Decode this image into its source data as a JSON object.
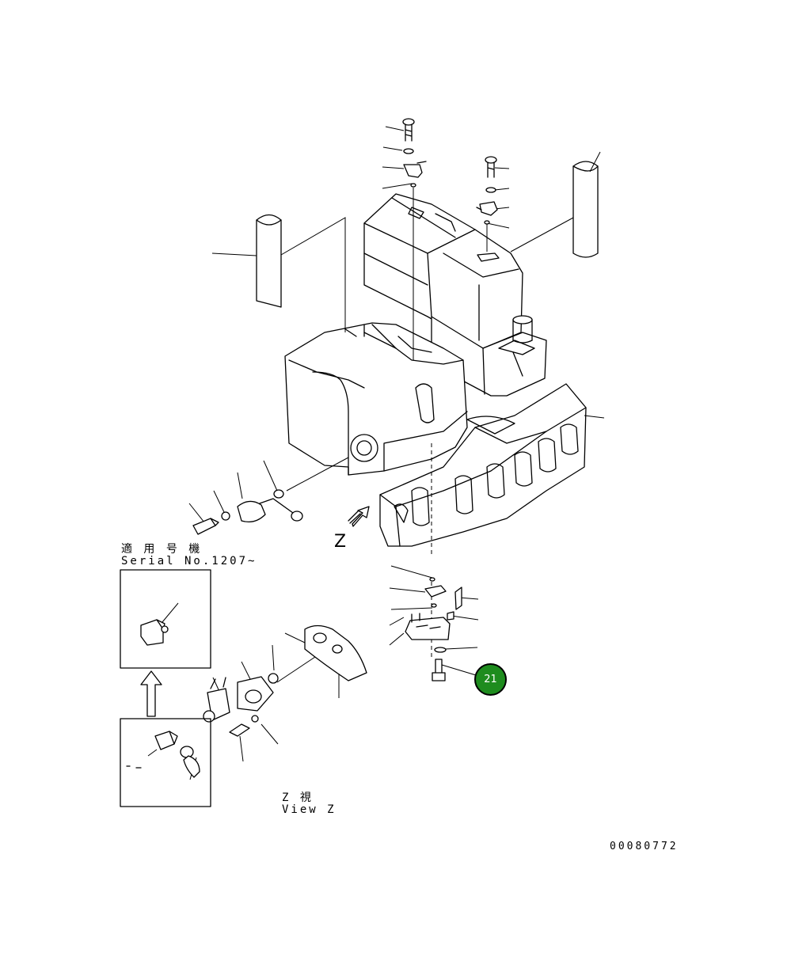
{
  "labels": {
    "applicable_jp": "適 用 号 機",
    "serial": "Serial No.1207~",
    "view_letter": "Z",
    "view_z_jp": "Z  視",
    "view_z_en": "View Z",
    "drawing_number": "00080772"
  },
  "callout": {
    "number": "21",
    "color": "#1e8c1e"
  }
}
